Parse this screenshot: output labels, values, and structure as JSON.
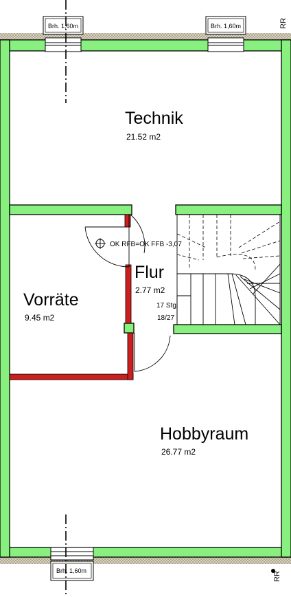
{
  "rooms": {
    "technik": {
      "name": "Technik",
      "area": "21.52 m2"
    },
    "vorraete": {
      "name": "Vorräte",
      "area": "9.45 m2"
    },
    "flur": {
      "name": "Flur",
      "area": "2.77 m2"
    },
    "hobbyraum": {
      "name": "Hobbyraum",
      "area": "26.77 m2"
    }
  },
  "level_marker": "OK RFB=OK FFB -3,07",
  "stairs": {
    "steps": "17 Stg.",
    "ratio": "18/27"
  },
  "windows": {
    "top_left": "Brh. 1,60m",
    "top_right": "Brh. 1,60m",
    "bottom": "Brh. 1,60m"
  },
  "rr_label": "RR",
  "colors": {
    "wall": "#88f07e",
    "inner_wall": "#cc1e1e"
  }
}
